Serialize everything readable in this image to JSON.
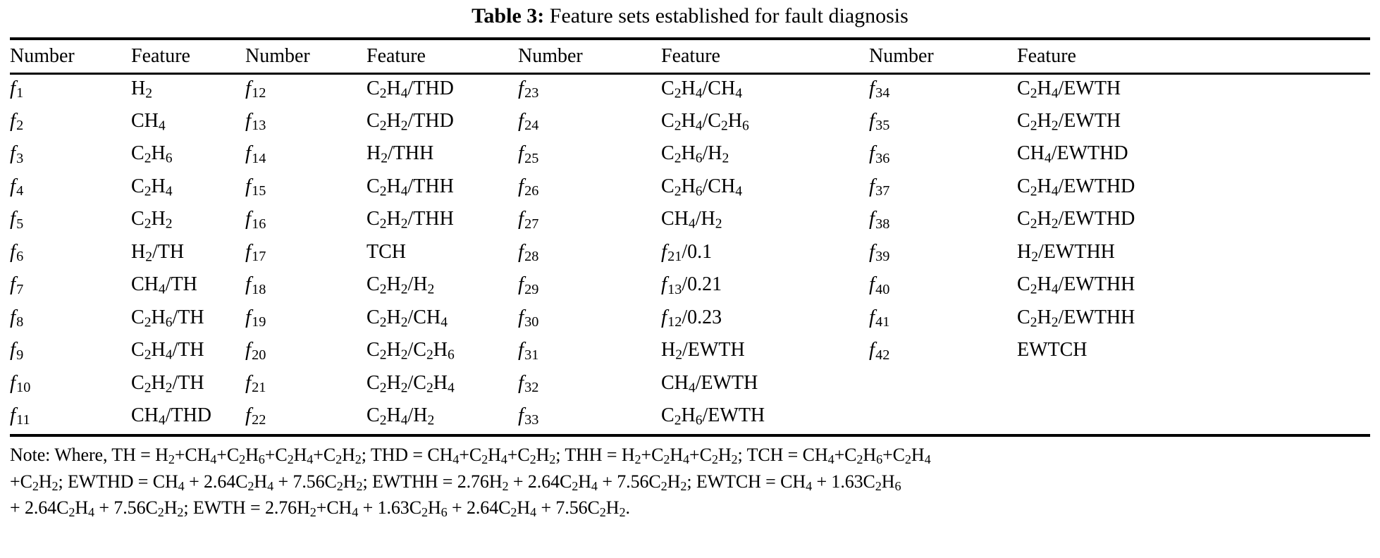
{
  "caption": {
    "label": "Table 3:",
    "text": "Feature sets established for fault diagnosis"
  },
  "table": {
    "headers": [
      "Number",
      "Feature",
      "Number",
      "Feature",
      "Number",
      "Feature",
      "Number",
      "Feature"
    ],
    "rows": [
      [
        "f1",
        "H2",
        "f12",
        "C2H4/THD",
        "f23",
        "C2H4/CH4",
        "f34",
        "C2H4/EWTH"
      ],
      [
        "f2",
        "CH4",
        "f13",
        "C2H2/THD",
        "f24",
        "C2H4/C2H6",
        "f35",
        "C2H2/EWTH"
      ],
      [
        "f3",
        "C2H6",
        "f14",
        "H2/THH",
        "f25",
        "C2H6/H2",
        "f36",
        "CH4/EWTHD"
      ],
      [
        "f4",
        "C2H4",
        "f15",
        "C2H4/THH",
        "f26",
        "C2H6/CH4",
        "f37",
        "C2H4/EWTHD"
      ],
      [
        "f5",
        "C2H2",
        "f16",
        "C2H2/THH",
        "f27",
        "CH4/H2",
        "f38",
        "C2H2/EWTHD"
      ],
      [
        "f6",
        "H2/TH",
        "f17",
        "TCH",
        "f28",
        "f21/0.1",
        "f39",
        "H2/EWTHH"
      ],
      [
        "f7",
        "CH4/TH",
        "f18",
        "C2H2/H2",
        "f29",
        "f13/0.21",
        "f40",
        "C2H4/EWTHH"
      ],
      [
        "f8",
        "C2H6/TH",
        "f19",
        "C2H2/CH4",
        "f30",
        "f12/0.23",
        "f41",
        "C2H2/EWTHH"
      ],
      [
        "f9",
        "C2H4/TH",
        "f20",
        "C2H2/C2H6",
        "f31",
        "H2/EWTH",
        "f42",
        "EWTCH"
      ],
      [
        "f10",
        "C2H2/TH",
        "f21",
        "C2H2/C2H4",
        "f32",
        "CH4/EWTH",
        "",
        ""
      ],
      [
        "f11",
        "CH4/THD",
        "f22",
        "C2H4/H2",
        "f33",
        "C2H6/EWTH",
        "",
        ""
      ]
    ]
  },
  "note": {
    "line1": "Note: Where, TH = H2+CH4+C2H6+C2H4+C2H2; THD = CH4+C2H4+C2H2; THH = H2+C2H4+C2H2; TCH = CH4+C2H6+C2H4",
    "line2": "+C2H2;  EWTHD = CH4 +  2.64C2H4  +  7.56C2H2;  EWTHH = 2.76H2  +  2.64C2H4  +  7.56C2H2;  EWTCH = CH4  +  1.63C2H6",
    "line3": "+ 2.64C2H4 + 7.56C2H2; EWTH = 2.76H2+CH4 + 1.63C2H6 + 2.64C2H4 + 7.56C2H2."
  }
}
